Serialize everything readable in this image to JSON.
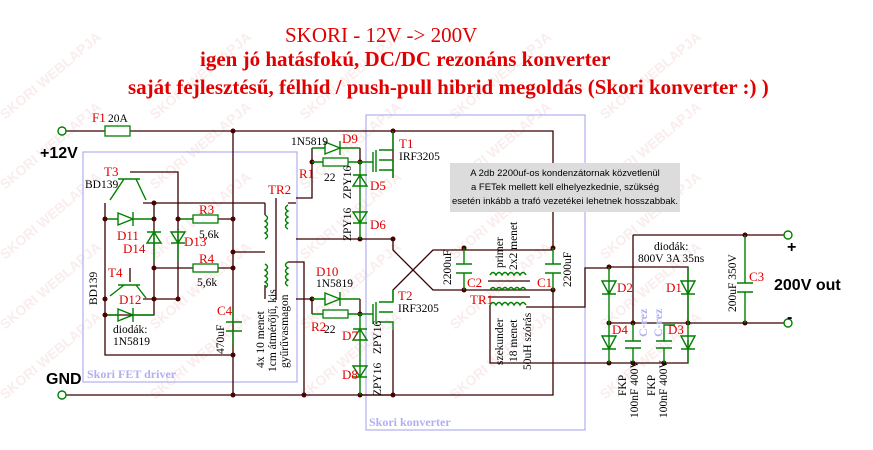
{
  "title": {
    "line1": "SKORI -    12V -> 200V",
    "line2": "igen jó hatásfokú, DC/DC rezonáns konverter",
    "line3": "saját fejlesztésű, félhíd / push-pull hibrid megoldás (Skori konverter :) )"
  },
  "watermark": "SKORI WEBLAPJA",
  "terminals": {
    "vin": "+12V",
    "gnd": "GND",
    "vout": "200V out",
    "plus": "+",
    "minus": "-"
  },
  "blocks": {
    "driver": "Skori FET driver",
    "converter": "Skori konverter"
  },
  "components": {
    "F1": {
      "ref": "F1",
      "value": "20A"
    },
    "T3": {
      "ref": "T3",
      "value": "BD139"
    },
    "T4": {
      "ref": "T4",
      "value": "BD139"
    },
    "R3": {
      "ref": "R3",
      "value": "5,6k"
    },
    "R4": {
      "ref": "R4",
      "value": "5,6k"
    },
    "D11": {
      "ref": "D11"
    },
    "D12": {
      "ref": "D12"
    },
    "D13": {
      "ref": "D13"
    },
    "D14": {
      "ref": "D14"
    },
    "driver_diodes": {
      "label": "diodák:",
      "value": "1N5819"
    },
    "C4": {
      "ref": "C4",
      "value": "470uF"
    },
    "TR2": {
      "ref": "TR2",
      "note1": "4x 10 menet",
      "note2": "1cm átmérőjű, kis",
      "note3": "gyűrűvasmagon"
    },
    "R1": {
      "ref": "R1",
      "value": "22"
    },
    "R2": {
      "ref": "R2",
      "value": "22"
    },
    "D9": {
      "ref": "D9",
      "value": "1N5819"
    },
    "D10": {
      "ref": "D10",
      "value": "1N5819"
    },
    "D5": {
      "ref": "D5",
      "value": "ZPY16"
    },
    "D6": {
      "ref": "D6",
      "value": "ZPY16"
    },
    "D7": {
      "ref": "D7",
      "value": "ZPY16"
    },
    "D8": {
      "ref": "D8",
      "value": "ZPY16"
    },
    "T1": {
      "ref": "T1",
      "value": "IRF3205"
    },
    "T2": {
      "ref": "T2",
      "value": "IRF3205"
    },
    "C1": {
      "ref": "C1",
      "value": "2200uF"
    },
    "C2": {
      "ref": "C2",
      "value": "2200uF"
    },
    "TR1": {
      "ref": "TR1",
      "primary1": "primer",
      "primary2": "2x2 menet",
      "secondary1": "szekunder",
      "secondary2": "18 menet",
      "secondary3": "50uH szórás"
    },
    "rect_diodes": {
      "label": "diodák:",
      "value": "800V 3A 35ns"
    },
    "D1": {
      "ref": "D1"
    },
    "D2": {
      "ref": "D2"
    },
    "D3": {
      "ref": "D3"
    },
    "D4": {
      "ref": "D4"
    },
    "Crez1": {
      "ref": "C-rez",
      "type": "FKP",
      "value": "100nF 400V"
    },
    "Crez2": {
      "ref": "C-rez",
      "type": "FKP",
      "value": "100nF 400V"
    },
    "C3": {
      "ref": "C3",
      "value": "200uF 350V"
    }
  },
  "note": {
    "line1": "A 2db 2200uf-os kondenzátornak közvetlenül",
    "line2": "a FETek mellett kell elhelyezkednie, szükség",
    "line3": "esetén inkább a trafó vezetékei lehetnek hosszabbak."
  }
}
